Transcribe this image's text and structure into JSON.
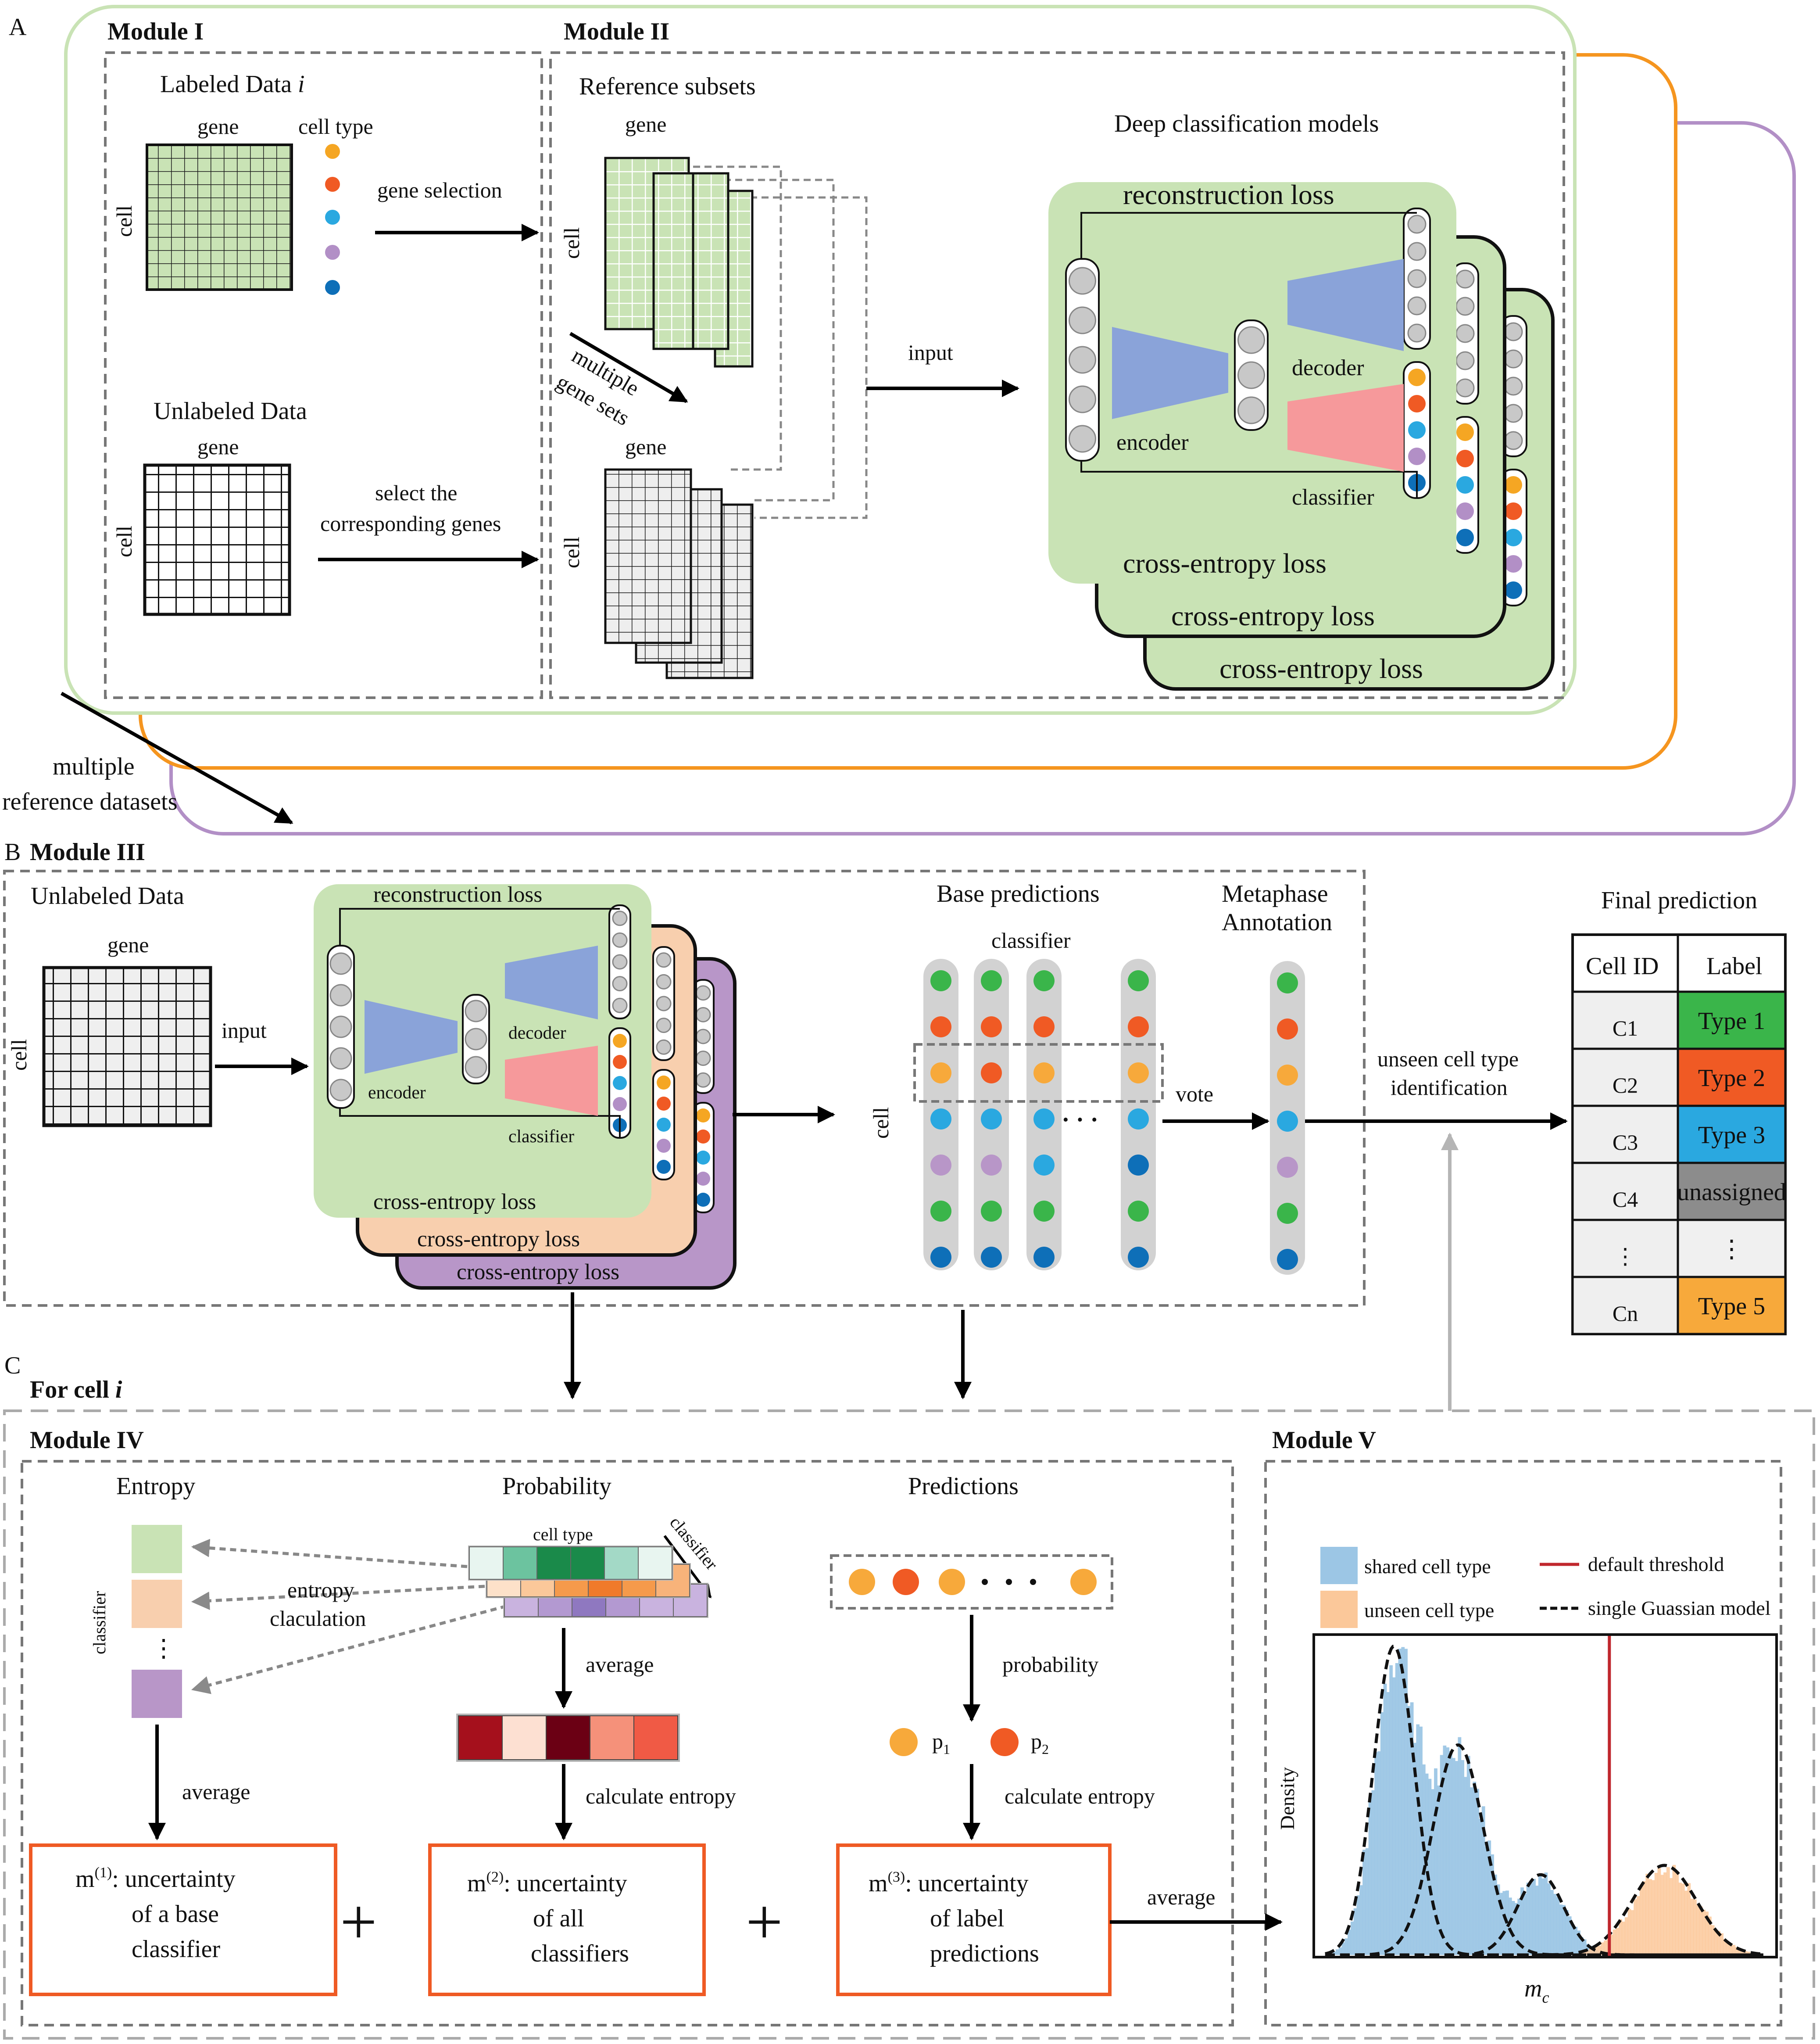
{
  "panels": {
    "a": "A",
    "b": "B",
    "c": "C"
  },
  "moduleI": {
    "title": "Module I",
    "labeled_prefix": "Labeled Data ",
    "labeled_italic": "i",
    "gene": "gene",
    "cell": "cell",
    "cell_type": "cell type",
    "unlabeled": "Unlabeled Data",
    "cell_type_colors": [
      "#f5a623",
      "#f05a24",
      "#2aa8e0",
      "#b28fc6",
      "#0e6fb8"
    ]
  },
  "moduleII": {
    "title": "Module II",
    "reference_subsets": "Reference subsets",
    "gene": "gene",
    "cell": "cell",
    "multiple": "multiple",
    "gene_sets": "gene sets"
  },
  "arrows": {
    "gene_selection": "gene selection",
    "select_1": "select the",
    "select_2": "corresponding genes",
    "input": "input",
    "multiple_ref_1": "multiple",
    "multiple_ref_2": "reference datasets"
  },
  "deep": {
    "title": "Deep classification models",
    "reconstruction_loss": "reconstruction loss",
    "cross_entropy_loss": "cross-entropy loss",
    "encoder": "encoder",
    "decoder": "decoder",
    "classifier": "classifier"
  },
  "moduleIII": {
    "title": "Module III",
    "unlabeled": "Unlabeled Data",
    "gene": "gene",
    "cell": "cell",
    "input": "input",
    "reconstruction_loss": "reconstruction loss",
    "cross_entropy_loss": "cross-entropy loss",
    "encoder": "encoder",
    "decoder": "decoder",
    "classifier": "classifier",
    "base_predictions": "Base predictions",
    "base_classifier": "classifier",
    "base_cell": "cell",
    "metaphase_1": "Metaphase",
    "metaphase_2": "Annotation",
    "vote": "vote",
    "unseen_1": "unseen cell type",
    "unseen_2": "identification"
  },
  "final": {
    "title": "Final prediction",
    "headers": [
      "Cell ID",
      "Label"
    ],
    "rows": [
      {
        "id": "C1",
        "label": "Type 1",
        "color": "#3ab54a"
      },
      {
        "id": "C2",
        "label": "Type 2",
        "color": "#f05a24"
      },
      {
        "id": "C3",
        "label": "Type 3",
        "color": "#2aa8e0"
      },
      {
        "id": "C4",
        "label": "unassigned",
        "color": "#8c8c8c"
      },
      {
        "id": "⋮",
        "label": "⋮",
        "color": "#f0f0f0"
      },
      {
        "id": "Cn",
        "label": "Type 5",
        "color": "#f7a93b"
      }
    ]
  },
  "sectionC": {
    "for_cell": "For cell ",
    "for_cell_italic": "i",
    "moduleIV": "Module IV",
    "moduleV": "Module V",
    "entropy": "Entropy",
    "probability": "Probability",
    "predictions": "Predictions",
    "classifier_vert": "classifier",
    "cell_type": "cell type",
    "classifier_diag": "classifier",
    "entropy_calc_1": "entropy",
    "entropy_calc_2": "claculation",
    "average": "average",
    "calc_entropy": "calculate entropy",
    "probability_lbl": "probability",
    "p1": "p",
    "p1_sub": "1",
    "p2": "p",
    "p2_sub": "2",
    "m1": {
      "m": "m",
      "sup": "(1)",
      "l1": ": uncertainty",
      "l2": "of a base",
      "l3": "classifier"
    },
    "m2": {
      "m": "m",
      "sup": "(2)",
      "l1": ": uncertainty",
      "l2": "of all",
      "l3": "classifiers"
    },
    "m3": {
      "m": "m",
      "sup": "(3)",
      "l1": ": uncertainty",
      "l2": "of label",
      "l3": "predictions"
    },
    "plus": "+",
    "avg_arrow": "average"
  },
  "moduleV": {
    "legend_shared": "shared cell type",
    "legend_unseen": "unseen cell type",
    "legend_threshold": "default threshold",
    "legend_gauss": "single Guassian model",
    "ylabel": "Density",
    "xlabel": "m",
    "xlabel_sub": "c",
    "colors": {
      "shared": "#9cc6e5",
      "unseen": "#fbc89a",
      "threshold": "#c0272d"
    }
  },
  "chart_data": {
    "type": "histogram",
    "title": "",
    "xlabel": "m_c",
    "ylabel": "Density",
    "grid": false,
    "legend": "top",
    "series": [
      {
        "name": "shared cell type",
        "peaks": [
          0.17,
          0.31,
          0.49
        ],
        "relative_heights": [
          1.0,
          0.68,
          0.26
        ]
      },
      {
        "name": "unseen cell type",
        "peaks": [
          0.76
        ],
        "relative_heights": [
          0.29
        ]
      }
    ],
    "annotations": [
      "default threshold",
      "single Guassian model"
    ]
  }
}
